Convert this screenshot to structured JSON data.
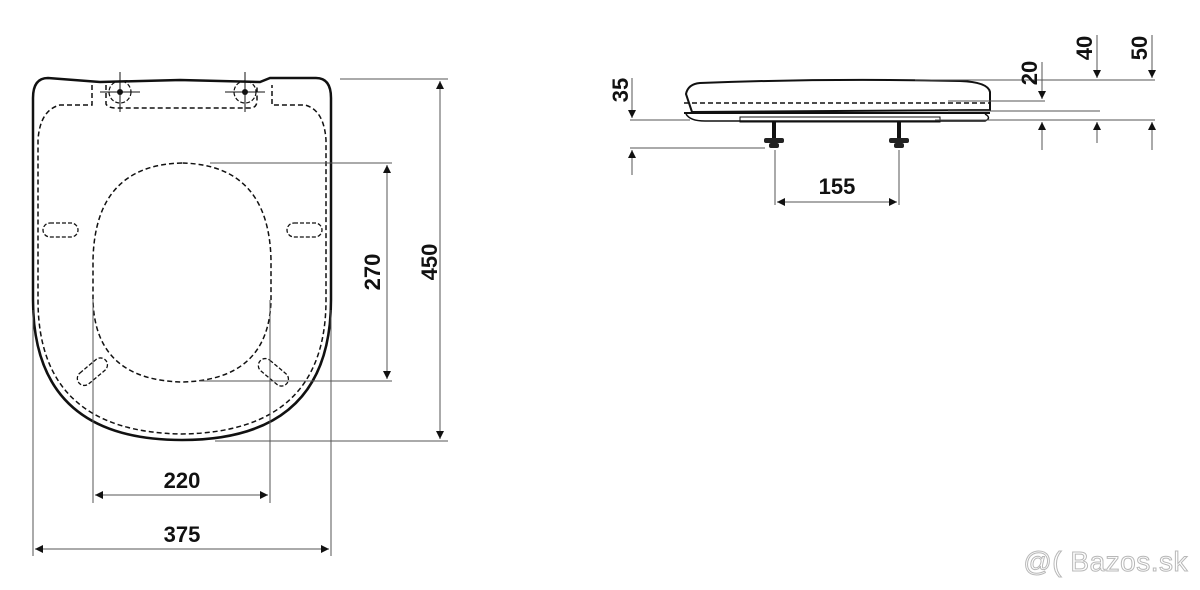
{
  "top_view": {
    "dimensions": {
      "overall_length": "450",
      "opening_length": "270",
      "opening_width": "220",
      "overall_width": "375"
    }
  },
  "side_view": {
    "dimensions": {
      "hinge_height": "35",
      "hinge_spacing": "155",
      "lid_thickness": "20",
      "seat_height_closed": "40",
      "total_height": "50"
    }
  },
  "watermark": "@( Bazos.sk",
  "colors": {
    "line": "#111111",
    "dim_line": "#555555",
    "watermark_stroke": "#b8b8b8"
  }
}
